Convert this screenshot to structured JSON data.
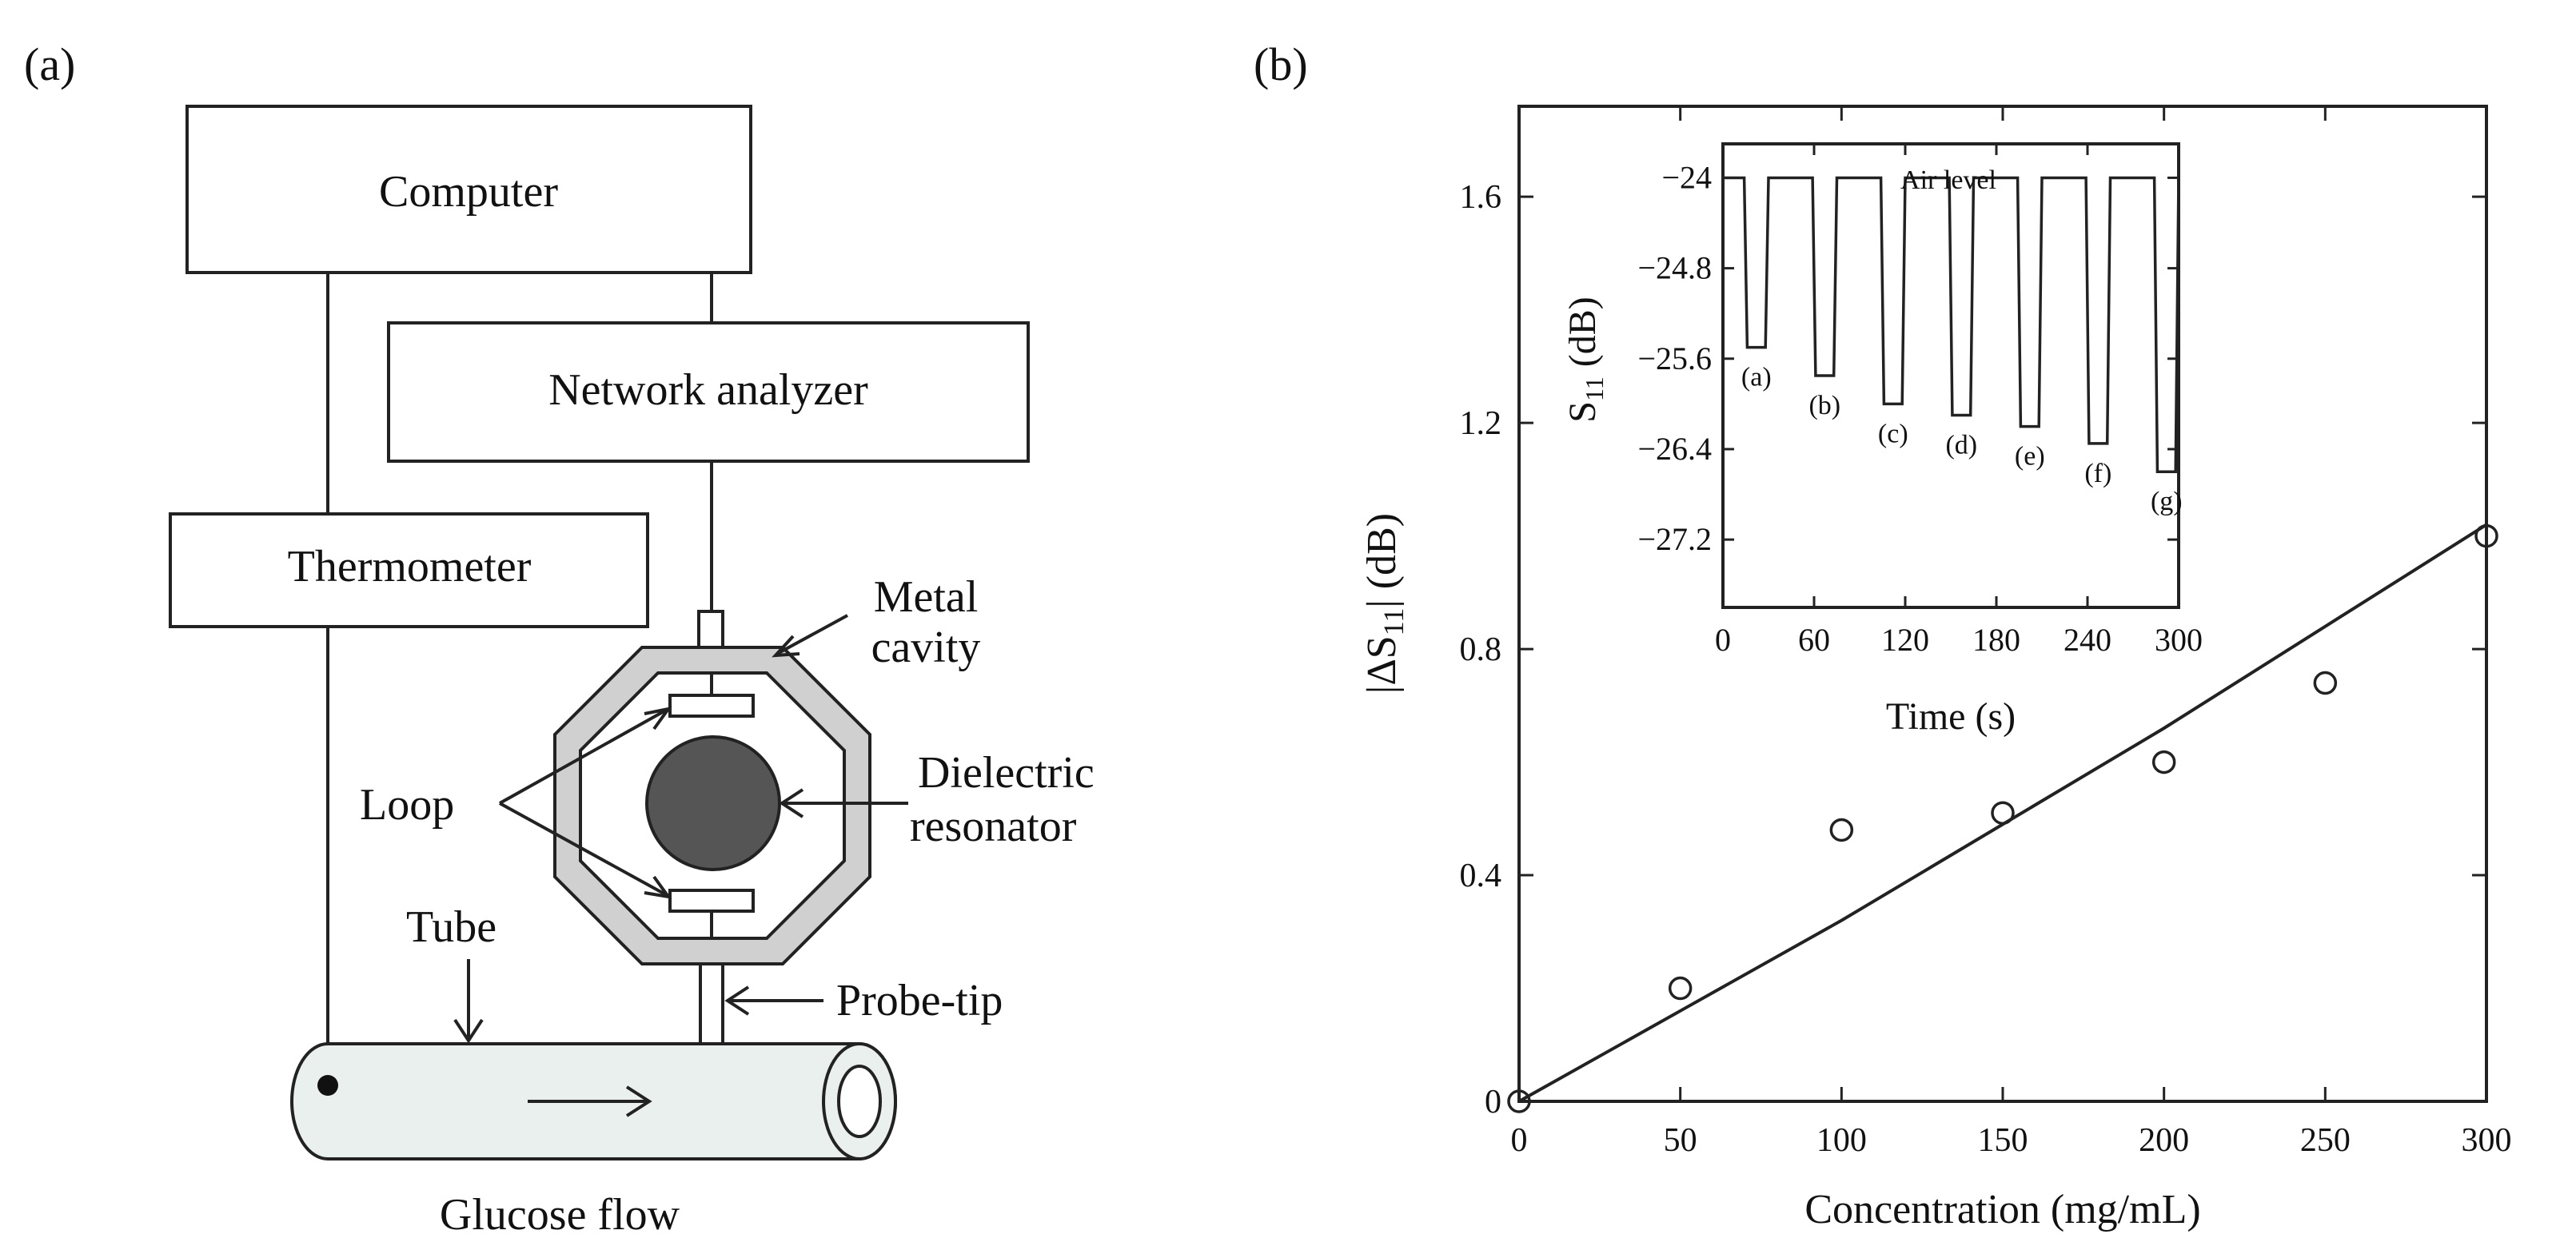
{
  "panel_a": {
    "label": "(a)",
    "boxes": {
      "computer": "Computer",
      "network_analyzer": "Network analyzer",
      "thermometer": "Thermometer"
    },
    "labels": {
      "metal_cavity_line1": "Metal",
      "metal_cavity_line2": "cavity",
      "dielectric_line1": "Dielectric",
      "dielectric_line2": "resonator",
      "loop": "Loop",
      "tube": "Tube",
      "probe_tip": "Probe-tip",
      "glucose_flow": "Glucose flow"
    },
    "colors": {
      "resonator": "#555555",
      "cavity_wall": "#d0d0d0",
      "tube_fill": "#eaf0ee"
    }
  },
  "panel_b": {
    "label": "(b)",
    "xlabel": "Concentration (mg/mL)",
    "ylabel": "|ΔS",
    "ylabel_sub": "11",
    "ylabel_tail": "| (dB)",
    "inset": {
      "xlabel": "Time (s)",
      "ylabel": "S",
      "ylabel_sub": "11",
      "ylabel_tail": " (dB)",
      "annotation": "Air level"
    }
  },
  "chart_data": [
    {
      "type": "scatter",
      "xlabel": "Concentration (mg/mL)",
      "ylabel": "|ΔS11| (dB)",
      "xlim": [
        0,
        300
      ],
      "ylim": [
        0,
        1.76
      ],
      "xticks": [
        0,
        50,
        100,
        150,
        200,
        250,
        300
      ],
      "yticks": [
        0,
        0.4,
        0.8,
        1.2,
        1.6
      ],
      "xtick_labels": [
        "0",
        "50",
        "100",
        "150",
        "200",
        "250",
        "300"
      ],
      "ytick_labels": [
        "0",
        "0.4",
        "0.8",
        "1.2",
        "1.6"
      ],
      "points": {
        "x": [
          0,
          50,
          100,
          150,
          200,
          250,
          300
        ],
        "y": [
          0,
          0.2,
          0.48,
          0.51,
          0.6,
          0.74,
          1.0
        ]
      },
      "fit_line": {
        "x": [
          0,
          50,
          100,
          150,
          200,
          250,
          300
        ],
        "y": [
          0,
          0.16,
          0.32,
          0.49,
          0.66,
          0.84,
          1.02
        ]
      },
      "marker": "open-circle",
      "grid": false
    },
    {
      "type": "line",
      "inset": true,
      "xlabel": "Time (s)",
      "ylabel": "S11 (dB)",
      "xlim": [
        0,
        300
      ],
      "ylim": [
        -27.8,
        -23.7
      ],
      "xticks": [
        0,
        60,
        120,
        180,
        240,
        300
      ],
      "yticks": [
        -24,
        -24.8,
        -25.6,
        -26.4,
        -27.2
      ],
      "xtick_labels": [
        "0",
        "60",
        "120",
        "180",
        "240",
        "300"
      ],
      "ytick_labels": [
        "−24",
        "−24.8",
        "−25.6",
        "−26.4",
        "−27.2"
      ],
      "air_level": -24,
      "dips": [
        {
          "label": "(a)",
          "start": 14,
          "end": 30,
          "value": -25.5
        },
        {
          "label": "(b)",
          "start": 59,
          "end": 75,
          "value": -25.75
        },
        {
          "label": "(c)",
          "start": 104,
          "end": 120,
          "value": -26.0
        },
        {
          "label": "(d)",
          "start": 149,
          "end": 165,
          "value": -26.1
        },
        {
          "label": "(e)",
          "start": 194,
          "end": 210,
          "value": -26.2
        },
        {
          "label": "(f)",
          "start": 239,
          "end": 255,
          "value": -26.35
        },
        {
          "label": "(g)",
          "start": 284,
          "end": 300,
          "value": -26.6
        }
      ],
      "grid": false
    }
  ]
}
